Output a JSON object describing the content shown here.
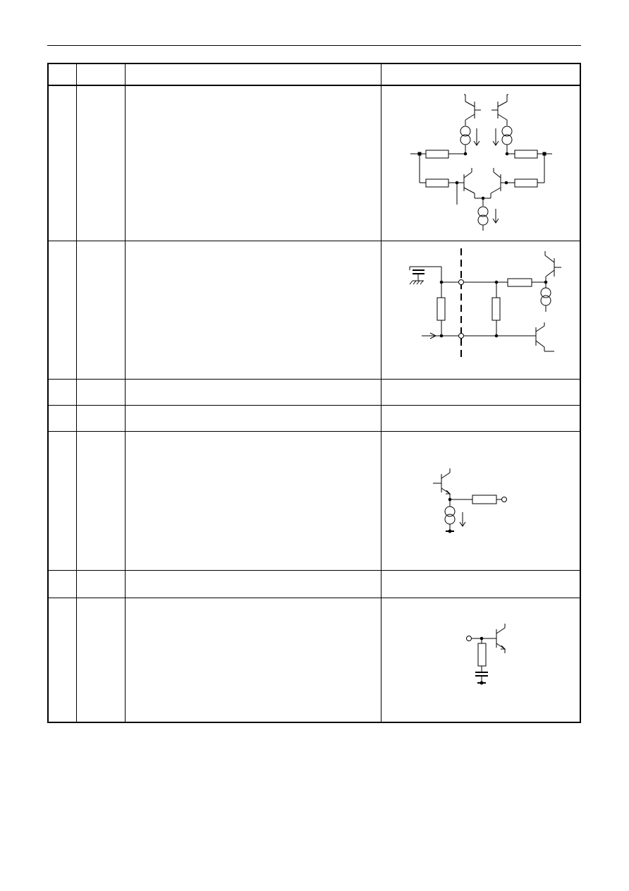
{
  "header": {
    "columns": [
      "",
      "",
      "",
      ""
    ]
  },
  "rows": [
    {
      "pin": "",
      "symbol": "",
      "description": "",
      "schematic": "differential-pair-with-current-sources"
    },
    {
      "pin": "",
      "symbol": "",
      "description": "",
      "schematic": "input-network-with-capacitor"
    },
    {
      "pin": "",
      "symbol": "",
      "description": "",
      "schematic": ""
    },
    {
      "pin": "",
      "symbol": "",
      "description": "",
      "schematic": ""
    },
    {
      "pin": "",
      "symbol": "",
      "description": "",
      "schematic": "emitter-follower-output"
    },
    {
      "pin": "",
      "symbol": "",
      "description": "",
      "schematic": ""
    },
    {
      "pin": "",
      "symbol": "",
      "description": "",
      "schematic": "rc-base-input"
    }
  ]
}
